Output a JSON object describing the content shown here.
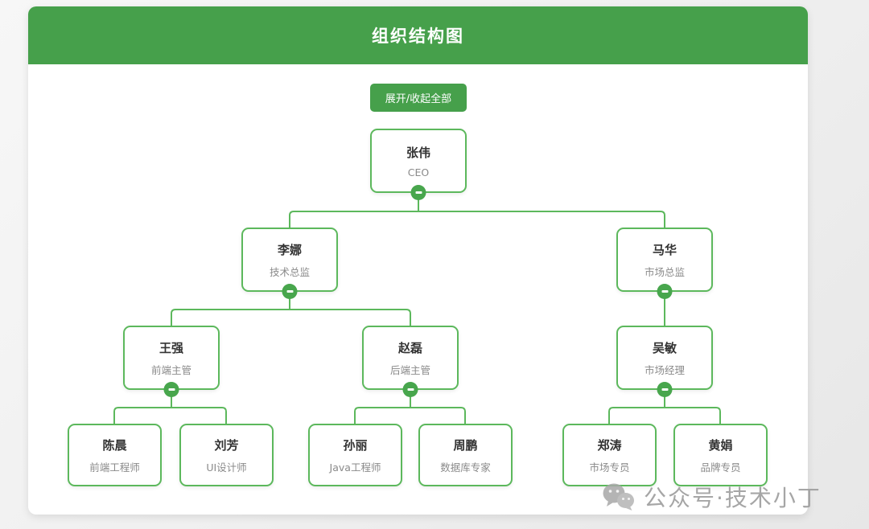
{
  "header": {
    "title": "组织结构图"
  },
  "toolbar": {
    "toggle_all_label": "展开/收起全部"
  },
  "colors": {
    "primary_green": "#46a04b",
    "node_border_green": "#5cb85c",
    "collapse_button_green": "#48a64d",
    "name_text": "#333333",
    "title_text": "#8a8a8a",
    "watermark_gray": "#9d9d9d"
  },
  "tree": {
    "nodes": [
      {
        "name": "张伟",
        "title": "CEO",
        "collapsible": true
      },
      {
        "name": "李娜",
        "title": "技术总监",
        "collapsible": true
      },
      {
        "name": "马华",
        "title": "市场总监",
        "collapsible": true
      },
      {
        "name": "王强",
        "title": "前端主管",
        "collapsible": true
      },
      {
        "name": "赵磊",
        "title": "后端主管",
        "collapsible": true
      },
      {
        "name": "吴敏",
        "title": "市场经理",
        "collapsible": true
      },
      {
        "name": "陈晨",
        "title": "前端工程师",
        "collapsible": false
      },
      {
        "name": "刘芳",
        "title": "UI设计师",
        "collapsible": false
      },
      {
        "name": "孙丽",
        "title": "Java工程师",
        "collapsible": false
      },
      {
        "name": "周鹏",
        "title": "数据库专家",
        "collapsible": false
      },
      {
        "name": "郑涛",
        "title": "市场专员",
        "collapsible": false
      },
      {
        "name": "黄娟",
        "title": "品牌专员",
        "collapsible": false
      }
    ]
  },
  "watermark": {
    "text": "公众号·技术小丁"
  }
}
